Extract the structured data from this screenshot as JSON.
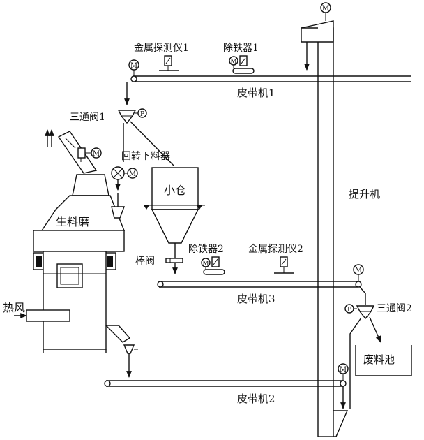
{
  "labels": {
    "metal_detector_1": "金属探测仪1",
    "iron_remover_1": "除铁器1",
    "belt_1": "皮带机1",
    "three_way_valve_1": "三通阀1",
    "rotary_feeder": "回转下料器",
    "small_bin": "小仓",
    "raw_mill": "生料磨",
    "elevator": "提升机",
    "iron_remover_2": "除铁器2",
    "metal_detector_2": "金属探测仪2",
    "rod_valve": "棒阀",
    "belt_3": "皮带机3",
    "hot_air": "热风",
    "three_way_valve_2": "三通阀2",
    "waste_pool": "废料池",
    "belt_2": "皮带机2"
  },
  "symbols": {
    "motor": "M",
    "pneumatic": "P"
  }
}
